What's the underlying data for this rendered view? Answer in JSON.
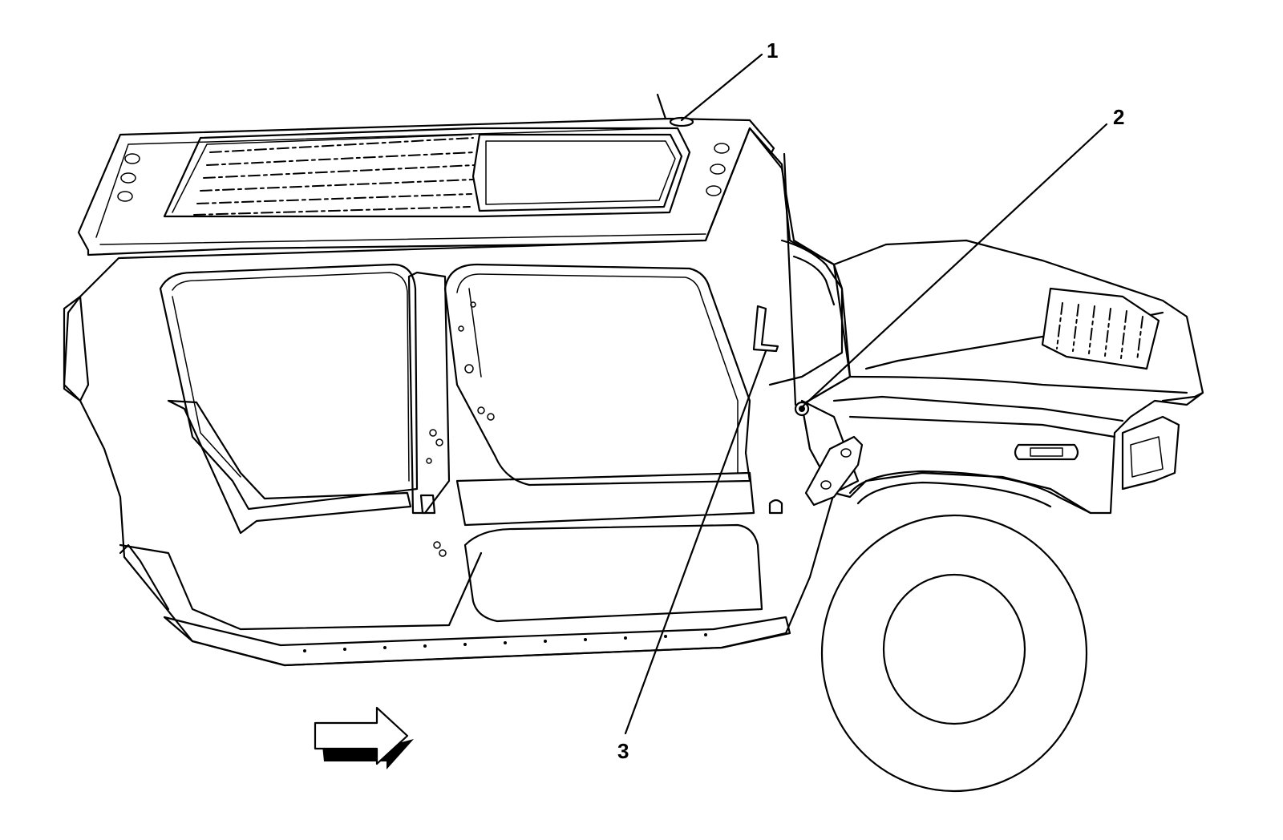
{
  "callouts": [
    {
      "id": "1",
      "label": "1"
    },
    {
      "id": "2",
      "label": "2"
    },
    {
      "id": "3",
      "label": "3"
    }
  ],
  "direction_arrow": {
    "icon": "forward-arrow-icon"
  },
  "colors": {
    "line": "#000000",
    "background": "#ffffff"
  }
}
